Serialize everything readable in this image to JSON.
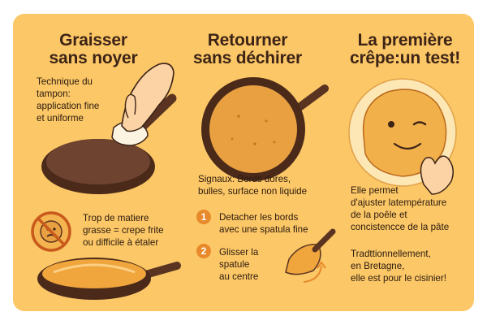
{
  "colors": {
    "background": "#fcc766",
    "title": "#3d2417",
    "pan_dark": "#5a3421",
    "pan_inner": "#6e4431",
    "crepe": "#e9a041",
    "accent": "#e8892b"
  },
  "col1": {
    "title_l1": "Graisser",
    "title_l2": "sans noyer",
    "tampon_text": [
      "Technique du",
      "tampon:",
      "application fine",
      "et uniforme"
    ],
    "warning_text": [
      "Trop de matiere",
      "grasse = crepe frite",
      "ou difficile à étaler"
    ]
  },
  "col2": {
    "title_l1": "Retourner",
    "title_l2": "sans déchirer",
    "signals": [
      "Signaux: Bords dores,",
      "bulles, surface non liquide"
    ],
    "step1_num": "1",
    "step1_text": [
      "Detacher les bords",
      "avec une spatula fine"
    ],
    "step2_num": "2",
    "step2_text": [
      "Glisser la",
      "spatule",
      "au centre"
    ]
  },
  "col3": {
    "title_l1": "La première",
    "title_l2": "crêpe:un test!",
    "body1": [
      "Elle permet",
      "d'ajuster latempérature",
      "de la poêle et",
      "concistencce de la pâte"
    ],
    "body2": [
      "Tradttionnellement,",
      "en Bretagne,",
      "elle est pour le cisinier!"
    ]
  }
}
